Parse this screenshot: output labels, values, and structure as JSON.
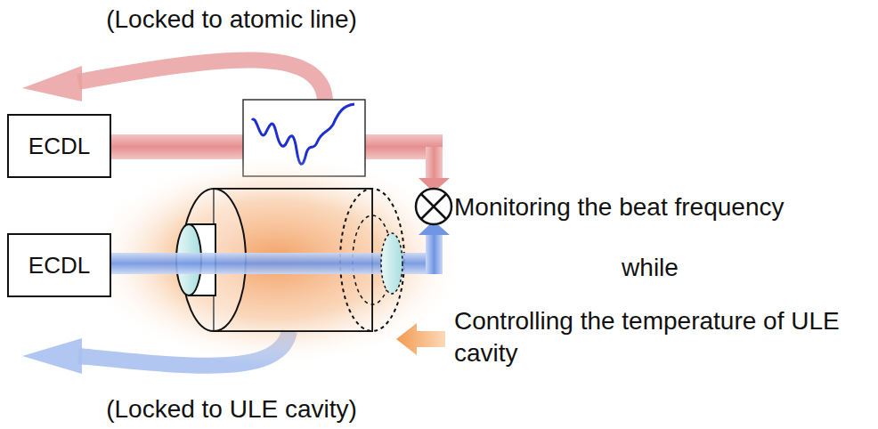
{
  "diagram": {
    "nodes": [
      {
        "text": [
          "ECDL"
        ]
      },
      {
        "text": [
          "ECDL"
        ]
      }
    ],
    "labels": [
      "(Locked to atomic line)",
      "Monitoring the beat frequency",
      "while",
      "Controlling the temperature of ULE cavity",
      "(Locked to ULE cavity)"
    ]
  }
}
